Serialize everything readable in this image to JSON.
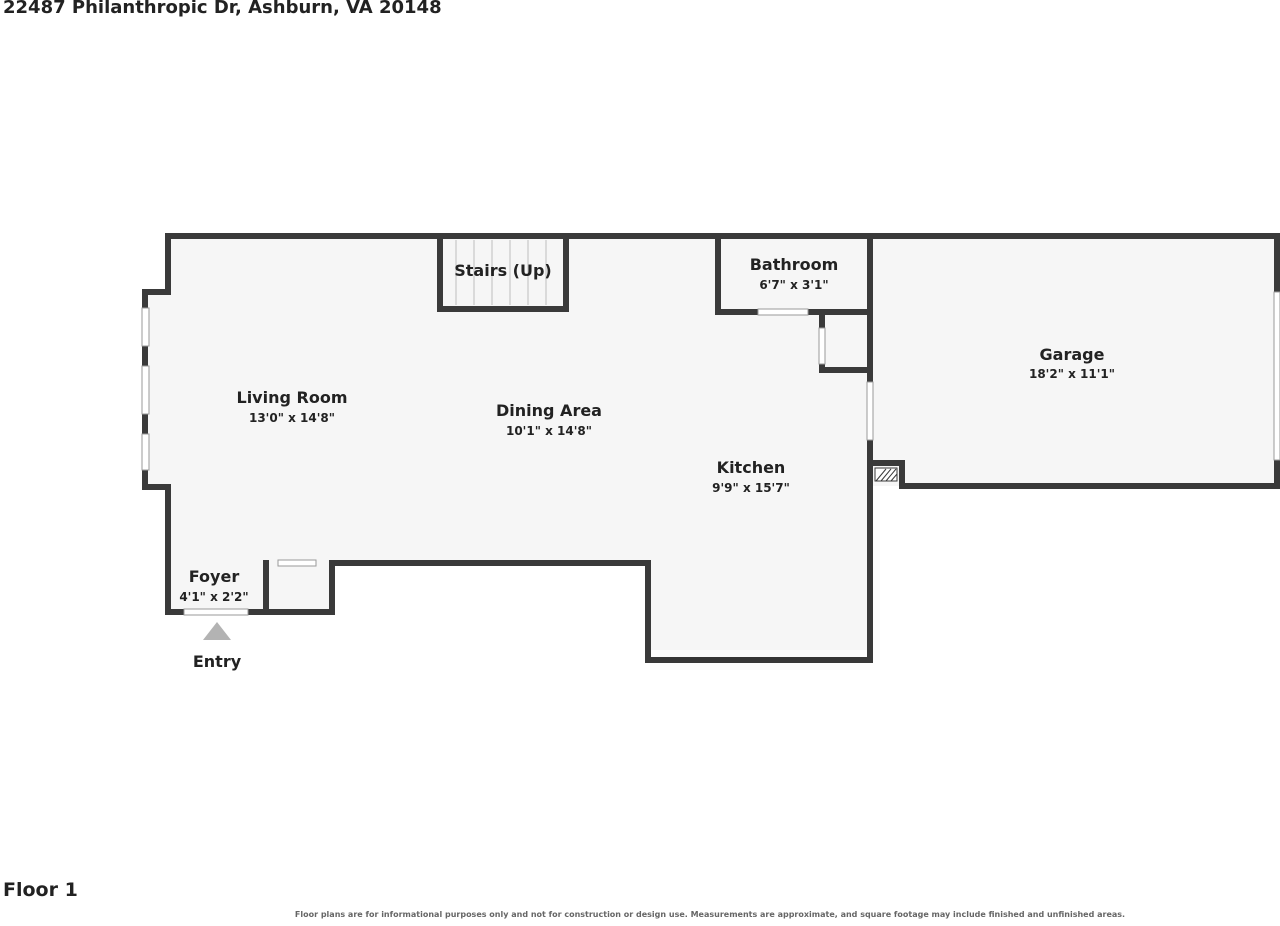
{
  "header": {
    "address": "22487 Philanthropic Dr, Ashburn, VA 20148"
  },
  "floor": {
    "label": "Floor 1"
  },
  "footer": {
    "disclaimer": "Floor plans are for informational purposes only and not for construction or design use. Measurements are approximate, and square footage may include finished and unfinished areas."
  },
  "rooms": {
    "stairs": {
      "name": "Stairs (Up)"
    },
    "bathroom": {
      "name": "Bathroom",
      "dims": "6'7\" x 3'1\""
    },
    "garage": {
      "name": "Garage",
      "dims": "18'2\" x 11'1\""
    },
    "living_room": {
      "name": "Living Room",
      "dims": "13'0\" x 14'8\""
    },
    "dining_area": {
      "name": "Dining Area",
      "dims": "10'1\" x 14'8\""
    },
    "kitchen": {
      "name": "Kitchen",
      "dims": "9'9\" x 15'7\""
    },
    "foyer": {
      "name": "Foyer",
      "dims": "4'1\" x 2'2\""
    }
  },
  "entry": {
    "label": "Entry"
  },
  "colors": {
    "wall": "#3a3a3a",
    "floor": "#f6f6f6",
    "entry_arrow": "#b3b3b3"
  }
}
